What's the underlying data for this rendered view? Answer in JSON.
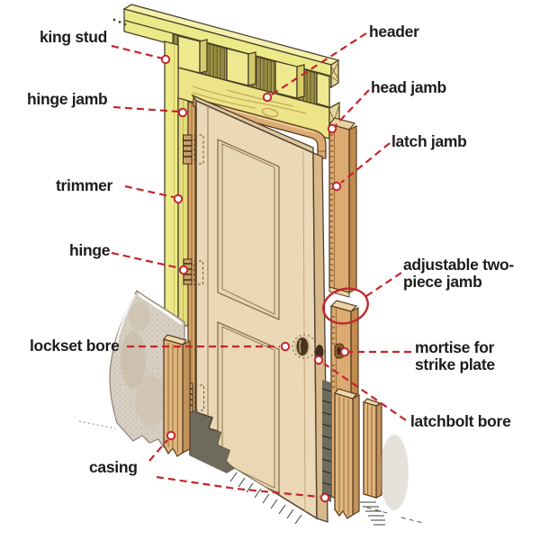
{
  "diagram": {
    "kind": "door-frame-anatomy-illustration",
    "labels": {
      "king_stud": "king stud",
      "hinge_jamb": "hinge jamb",
      "trimmer": "trimmer",
      "hinge": "hinge",
      "lockset_bore": "lockset bore",
      "casing": "casing",
      "header": "header",
      "head_jamb": "head jamb",
      "latch_jamb": "latch jamb",
      "adjustable_line1": "adjustable two-",
      "adjustable_line2": "piece jamb",
      "mortise_line1": "mortise for",
      "mortise_line2": "strike plate",
      "latchbolt_bore": "latchbolt bore"
    },
    "colors": {
      "background": "#ffffff",
      "leader_red": "#c1272d",
      "label_text": "#1e1b19",
      "lumber_yellow": "#ece989",
      "lumber_dark": "#d6cb6a",
      "jamb_wood": "#dcab72",
      "jamb_wood_dark": "#c08a4e",
      "door_face": "#ebd8b6",
      "casing_wood": "#dfb67e",
      "wall_plaster": "#d8cfc4",
      "shadow_dark": "#6e6a5c"
    }
  }
}
